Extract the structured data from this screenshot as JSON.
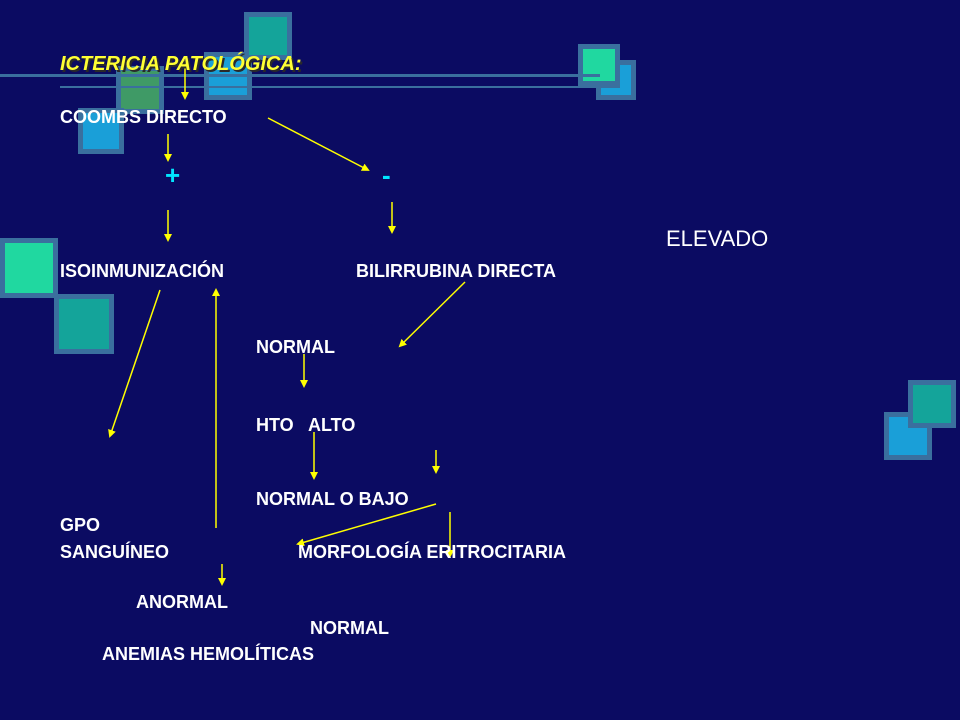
{
  "slide": {
    "title": "ICTERICIA PATOLÓGICA:",
    "nodes": {
      "coombs": "COOMBS DIRECTO",
      "plus": "+",
      "minus": "-",
      "elevado": "ELEVADO",
      "isoinmunizacion": "ISOINMUNIZACIÓN",
      "bilirrubina": "BILIRRUBINA DIRECTA",
      "normal_1": "NORMAL",
      "hto_alto": "HTO   ALTO",
      "normal_o_bajo": "NORMAL O BAJO",
      "gpo": "GPO",
      "sanguineo": "SANGUÍNEO",
      "morfologia": "MORFOLOGÍA ERITROCITARIA",
      "anormal": "ANORMAL",
      "normal_2": "NORMAL",
      "anemias": "ANEMIAS HEMOLÍTICAS"
    }
  },
  "colors": {
    "background": "#0b0b62",
    "title": "#ffff33",
    "text": "#ffffff",
    "sign": "#00e5ff",
    "arrow": "#ffff00",
    "frame": "#3a6f9e",
    "green": "#3f9a66",
    "teal": "#14a49a",
    "mint": "#20d8a0",
    "blue": "#1a9fd8"
  }
}
